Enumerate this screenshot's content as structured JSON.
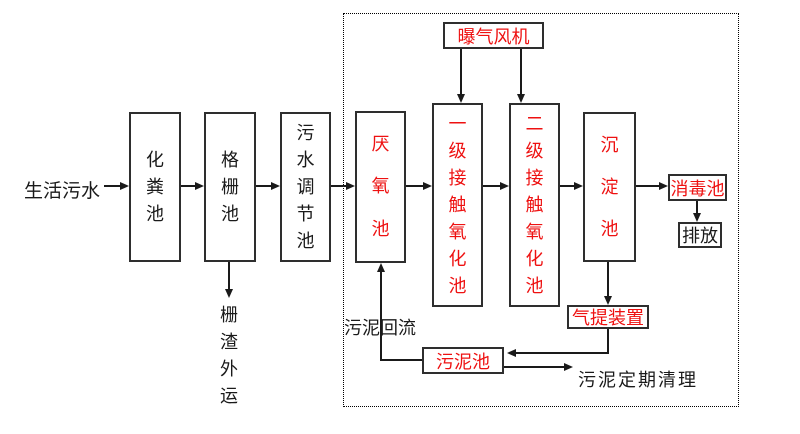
{
  "colors": {
    "accent_red": "#ee1111",
    "line_black": "#1a1a1a",
    "background": "#ffffff"
  },
  "labels": {
    "influent": "生活污水",
    "septic_tank": "化粪池",
    "grid_tank": "格栅池",
    "regulating_tank": "污水调节池",
    "anaerobic_tank": "厌氧池",
    "contact_oxidation_tank_1": "一级接触氧化池",
    "contact_oxidation_tank_2": "二级接触氧化池",
    "sedimentation_tank": "沉淀池",
    "disinfection_tank": "消毒池",
    "discharge": "排放",
    "aeration_blower": "曝气风机",
    "gas_lift_device": "气提装置",
    "sludge_tank": "污泥池",
    "sludge_return": "污泥回流",
    "sludge_periodic_cleaning": "污泥定期清理",
    "grid_residue_removal": "栅渣外运"
  },
  "flow_sequence": [
    "生活污水",
    "化粪池",
    "格栅池",
    "污水调节池",
    "厌氧池",
    "一级接触氧化池",
    "二级接触氧化池",
    "沉淀池",
    "消毒池",
    "排放"
  ]
}
